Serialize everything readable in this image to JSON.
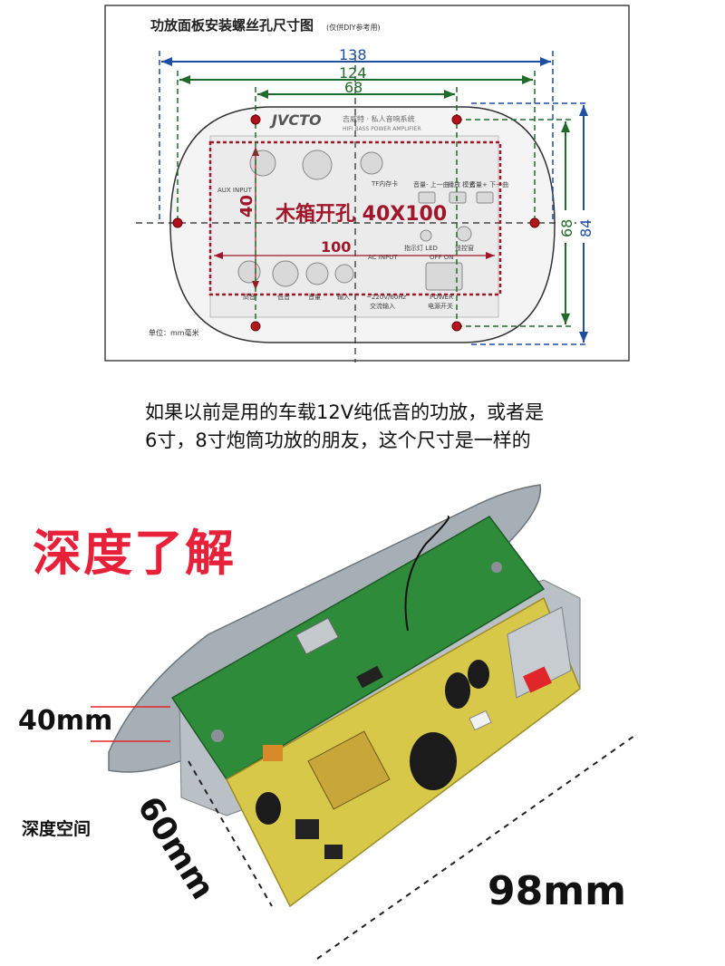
{
  "diagram": {
    "title": "功放面板安装螺丝孔尺寸图",
    "title_note": "(仅供DIY参考用)",
    "unit_label": "单位：mm毫米",
    "brand": "JVCTO",
    "brand_sub": "吉威特 · 私人音响系统",
    "brand_sub2": "HIFI BASS POWER AMPLIFIER",
    "dim_138": "138",
    "dim_124": "124",
    "dim_68": "68",
    "dim_68_vertical": "68",
    "dim_84_vertical": "84",
    "cutout_label": "木箱开孔 40X100",
    "cutout_height": "40",
    "cutout_width": "100",
    "panel_labels": {
      "aux_input": "AUX INPUT",
      "tf_card": "TF内存卡",
      "volume_prev": "音量- 上一曲",
      "play_mode": "播放 模式",
      "volume_next": "音量+ 下一曲",
      "indicator": "指示灯 LED",
      "remote": "遥控窗",
      "ac_input": "AC INPUT",
      "off_on": "OFF ON",
      "ac_220": "~220V/60Hz",
      "ac_input_cn": "交流输入",
      "power": "POWER",
      "power_switch": "电源开关",
      "treble": "高音",
      "bass": "低音",
      "volume": "音量",
      "input": "输入"
    },
    "colors": {
      "blue": "#1f4fa0",
      "green": "#1f6b2a",
      "cutout": "#a0162a",
      "hole": "#b1121e"
    }
  },
  "caption": {
    "line1": "如果以前是用的车载12V纯低音的功放，或者是",
    "line2": "6寸，8寸炮筒功放的朋友，这个尺寸是一样的"
  },
  "photo": {
    "title": "深度了解",
    "depth_40": "40mm",
    "depth_space": "深度空间",
    "depth_60": "60mm",
    "width_98": "98mm",
    "colors": {
      "title_red": "#e8213a",
      "pcb_green": "#2e8b3a",
      "pcb_yellow": "#d8c84a",
      "metal": "#9aa3ab"
    }
  }
}
